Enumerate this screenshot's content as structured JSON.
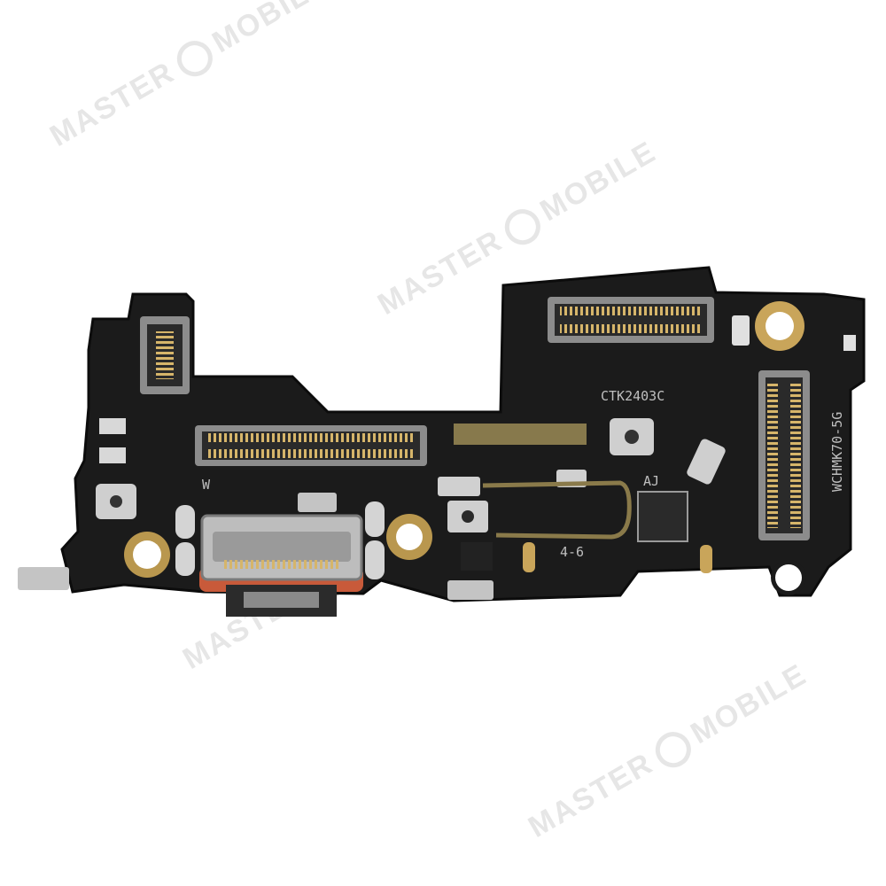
{
  "watermark": {
    "brand_left": "MASTER",
    "brand_right": "MOBILE"
  },
  "board": {
    "silkscreen_model": "CTK2403C",
    "silkscreen_variant": "WCHMK70-5G",
    "silkscreen_rev": "4-6",
    "silkscreen_w": "W",
    "silkscreen_code": "AJ",
    "colors": {
      "pcb": "#1b1b1b",
      "gold": "#c9a55a",
      "metal": "#b8b8b8",
      "usb_frame": "#c85a3a"
    }
  }
}
